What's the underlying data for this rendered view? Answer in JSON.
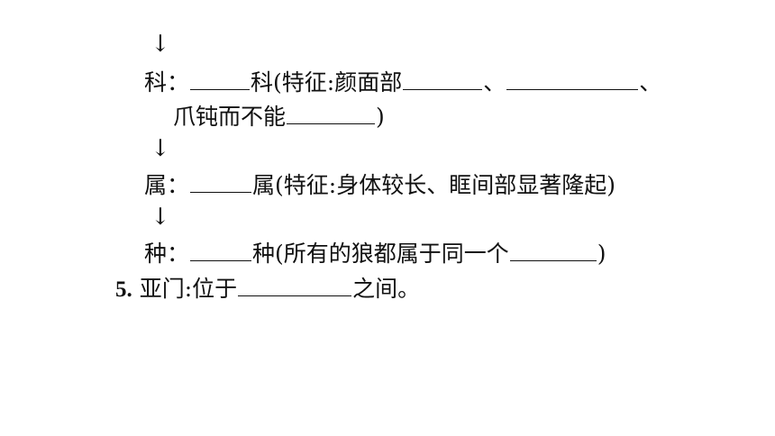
{
  "arrow": "↓",
  "family": {
    "label": "科：",
    "after_blank_1": "科(特征:颜面部",
    "sep": "、",
    "end_sep": "、",
    "cont_text": "爪钝而不能",
    "close": ")"
  },
  "genus": {
    "label": "属：",
    "after_blank": "属(特征:身体较长、眶间部显著隆起)"
  },
  "species": {
    "label": "种：",
    "after_blank": "种(所有的狼都属于同一个",
    "close": ")"
  },
  "item5": {
    "number": "5.",
    "text_before": "亚门:位于",
    "text_after": "之间。"
  }
}
